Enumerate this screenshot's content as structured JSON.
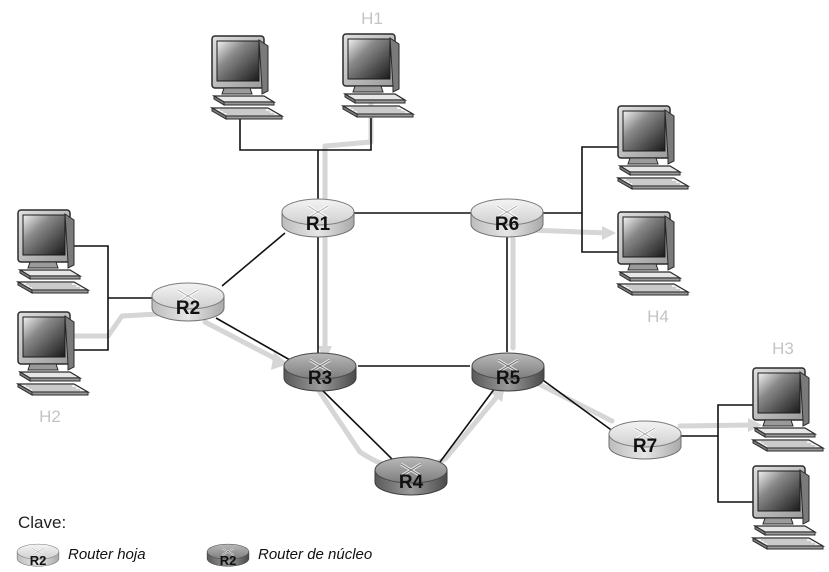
{
  "routers": {
    "r1": "R1",
    "r2": "R2",
    "r3": "R3",
    "r4": "R4",
    "r5": "R5",
    "r6": "R6",
    "r7": "R7"
  },
  "hosts": {
    "h1": "H1",
    "h2": "H2",
    "h3": "H3",
    "h4": "H4"
  },
  "legend": {
    "title": "Clave:",
    "edge_router_label": "Router hoja",
    "core_router_label": "Router de núcleo",
    "sample_router": "R2"
  },
  "colors": {
    "edge_router": "#d8d8d8",
    "core_router": "#8c8c8c",
    "path_highlight": "#d6d6d6",
    "host_label": "#c4c4c4"
  }
}
